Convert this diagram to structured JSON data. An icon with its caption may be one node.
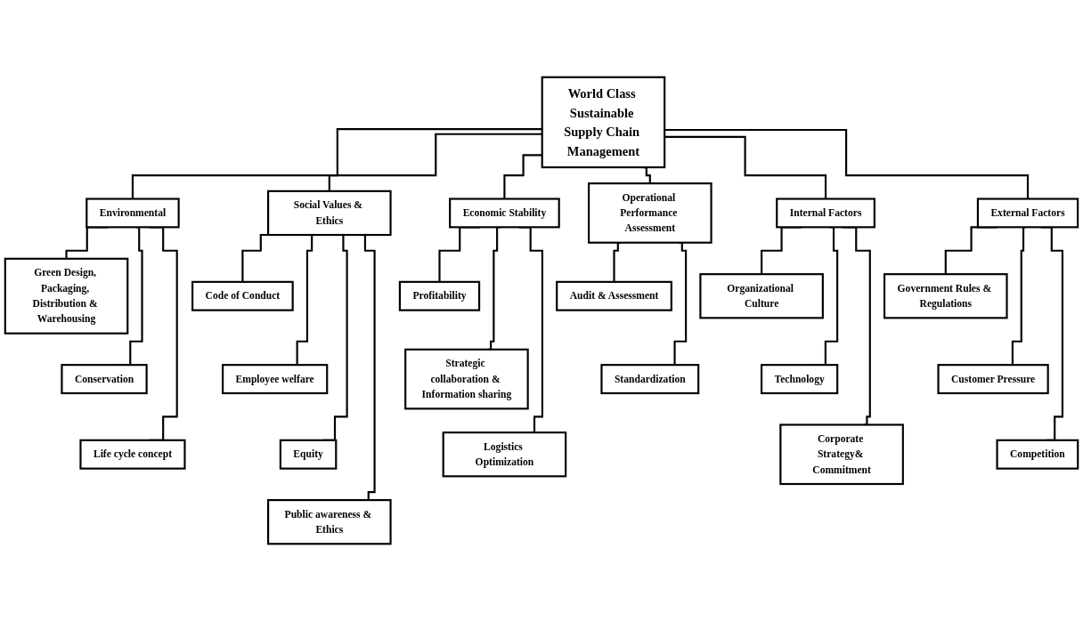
{
  "diagram": {
    "nodes": [
      {
        "text": [
          "World Class Sustainable Supply Chain Management"
        ]
      },
      {
        "text": [
          "Environmental"
        ]
      },
      {
        "text": [
          "Green Design, Packaging, Distribution & Warehousing"
        ]
      },
      {
        "text": [
          "Conservation"
        ]
      },
      {
        "text": [
          "Life cycle concept"
        ]
      },
      {
        "text": [
          "Social Values & Ethics"
        ]
      },
      {
        "text": [
          "Code of Conduct"
        ]
      },
      {
        "text": [
          "Employee welfare"
        ]
      },
      {
        "text": [
          "Equity"
        ]
      },
      {
        "text": [
          "Public awareness & Ethics"
        ]
      },
      {
        "text": [
          "Economic Stability"
        ]
      },
      {
        "text": [
          "Profitability"
        ]
      },
      {
        "text": [
          "Strategic collaboration & Information sharing"
        ]
      },
      {
        "text": [
          "Logistics Optimization"
        ]
      },
      {
        "text": [
          "Operational Performance Assessment"
        ]
      },
      {
        "text": [
          "Audit & Assessment"
        ]
      },
      {
        "text": [
          "Standardization"
        ]
      },
      {
        "text": [
          "Internal Factors"
        ]
      },
      {
        "text": [
          "Organizational Culture"
        ]
      },
      {
        "text": [
          "Technology"
        ]
      },
      {
        "text": [
          "Corporate Strategy& Commitment"
        ]
      },
      {
        "text": [
          "External Factors"
        ]
      },
      {
        "text": [
          "Government Rules & Regulations"
        ]
      },
      {
        "text": [
          "Customer Pressure"
        ]
      },
      {
        "text": [
          "Competition"
        ]
      }
    ],
    "edges": [
      {
        "from": 0,
        "to": 1,
        "arrow": "none"
      },
      {
        "from": 0,
        "to": 5,
        "arrow": "none"
      },
      {
        "from": 0,
        "to": 10,
        "arrow": "none"
      },
      {
        "from": 0,
        "to": 14,
        "arrow": "none"
      },
      {
        "from": 0,
        "to": 17,
        "arrow": "none"
      },
      {
        "from": 0,
        "to": 21,
        "arrow": "none"
      },
      {
        "from": 1,
        "to": 2,
        "arrow": "none"
      },
      {
        "from": 1,
        "to": 3,
        "arrow": "none"
      },
      {
        "from": 1,
        "to": 4,
        "arrow": "none"
      },
      {
        "from": 5,
        "to": 6,
        "arrow": "none"
      },
      {
        "from": 5,
        "to": 7,
        "arrow": "none"
      },
      {
        "from": 5,
        "to": 8,
        "arrow": "none"
      },
      {
        "from": 5,
        "to": 9,
        "arrow": "none"
      },
      {
        "from": 10,
        "to": 11,
        "arrow": "none"
      },
      {
        "from": 10,
        "to": 12,
        "arrow": "none"
      },
      {
        "from": 10,
        "to": 13,
        "arrow": "none"
      },
      {
        "from": 14,
        "to": 15,
        "arrow": "none"
      },
      {
        "from": 14,
        "to": 16,
        "arrow": "none"
      },
      {
        "from": 17,
        "to": 18,
        "arrow": "none"
      },
      {
        "from": 17,
        "to": 19,
        "arrow": "none"
      },
      {
        "from": 17,
        "to": 20,
        "arrow": "none"
      },
      {
        "from": 21,
        "to": 22,
        "arrow": "none"
      },
      {
        "from": 21,
        "to": 23,
        "arrow": "none"
      },
      {
        "from": 21,
        "to": 24,
        "arrow": "none"
      }
    ]
  }
}
